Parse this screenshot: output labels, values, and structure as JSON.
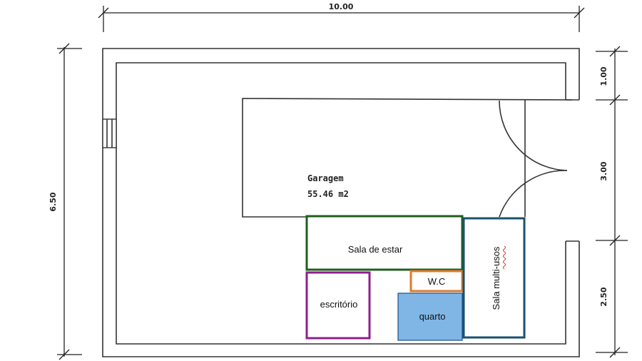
{
  "dimensions": {
    "top_width": "10.00",
    "left_height": "6.50",
    "right_top": "1.00",
    "right_mid": "3.00",
    "right_bottom": "2.50"
  },
  "garage": {
    "name": "Garagem",
    "area": "55.46 m2"
  },
  "rooms": {
    "living": {
      "label": "Sala de estar",
      "color": "#1f5e1f"
    },
    "wc": {
      "label": "W.C",
      "color": "#e07b2a"
    },
    "office": {
      "label": "escritório",
      "color": "#8e1f8e"
    },
    "bedroom": {
      "label": "quarto",
      "color": "#1e4f8a",
      "fill": "#7fb6e6"
    },
    "multi": {
      "label": "Sala multi-usos",
      "color": "#1a5272"
    }
  }
}
